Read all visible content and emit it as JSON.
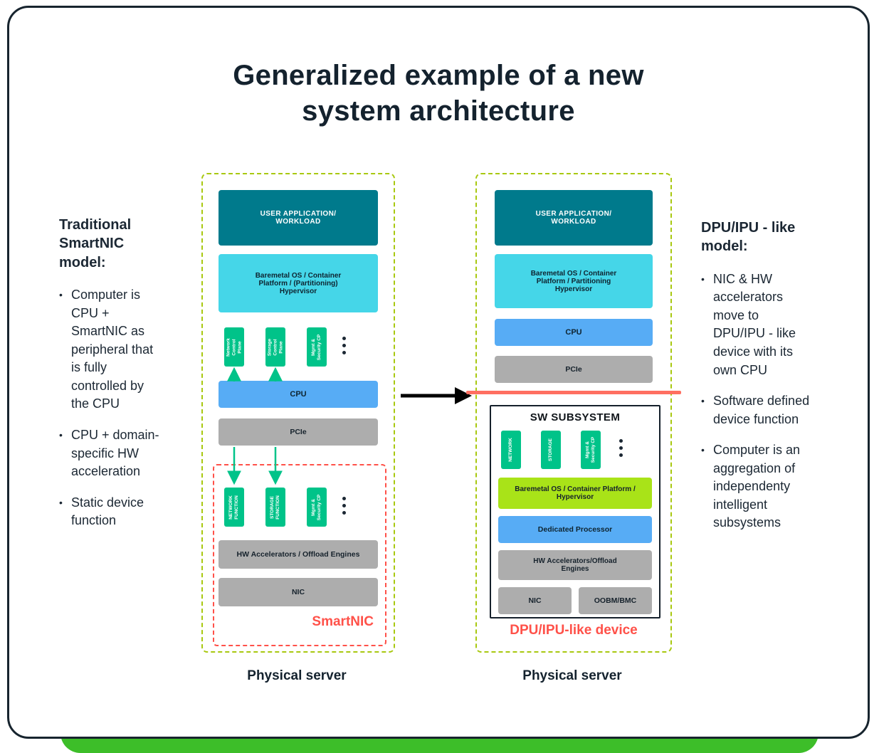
{
  "ui": {
    "bullet_glyph": "•"
  },
  "title": "Generalized example of a new\nsystem architecture",
  "left_panel": {
    "heading": "Traditional SmartNIC model:",
    "bullets": [
      "Computer is CPU + SmartNIC as peripheral that is fully controlled by the CPU",
      "CPU + domain-specific HW acceleration",
      "Static device function"
    ]
  },
  "right_panel": {
    "heading": "DPU/IPU - like model:",
    "bullets": [
      "NIC & HW accelerators move to DPU/IPU - like device with its own CPU",
      "Software defined device function",
      "Computer is an aggregation of independenty intelligent subsystems"
    ]
  },
  "smartnic_diagram": {
    "user_app": "USER APPLICATION/\nWORKLOAD",
    "baremetal": "Baremetal OS / Container\nPlatform / (Partitioning)\nHypervisor",
    "control_planes": [
      "Network\nControl\nPlane",
      "Storage\nControl\nPlane",
      "Mgmt &\nSecurity CP"
    ],
    "cpu": "CPU",
    "pcie": "PCIe",
    "functions": [
      "NETWORK\nFUNCTION",
      "STORAGE\nFUNCTION",
      "Mgmt &\nSecurity CP"
    ],
    "hw_accelerators": "HW Accelerators / Offload Engines",
    "nic": "NIC",
    "device_label": "SmartNIC",
    "server_label": "Physical server"
  },
  "dpu_diagram": {
    "user_app": "USER APPLICATION/\nWORKLOAD",
    "baremetal": "Baremetal OS / Container\nPlatform / Partitioning\nHypervisor",
    "cpu": "CPU",
    "pcie": "PCIe",
    "sw_subsystem": {
      "title": "SW SUBSYSTEM",
      "planes": [
        "NETWORK",
        "STORAGE",
        "Mgmt &\nSecurity CP"
      ],
      "baremetal": "Baremetal OS / Container Platform /\nHypervisor",
      "dedicated_processor": "Dedicated Processor",
      "hw_accelerators": "HW Accelerators/Offload\nEngines",
      "nic": "NIC",
      "oobm": "OOBM/BMC"
    },
    "device_label": "DPU/IPU-like device",
    "server_label": "Physical server"
  },
  "icons": {
    "ellipsis": "vertical-ellipsis-dots",
    "transition_arrow": "right-arrow",
    "flow_arrows": "green-vertical-arrows"
  },
  "colors": {
    "teal": "#007A8C",
    "cyan": "#45D6E8",
    "blue": "#57ACF5",
    "gray": "#ADADAD",
    "green": "#00C389",
    "lime": "#A9E318",
    "red": "#FF5149",
    "red_line": "#FF6F61",
    "dashed_border_green": "#A8C80F",
    "accent_green": "#3DBE29",
    "text_dark": "#14222E"
  }
}
